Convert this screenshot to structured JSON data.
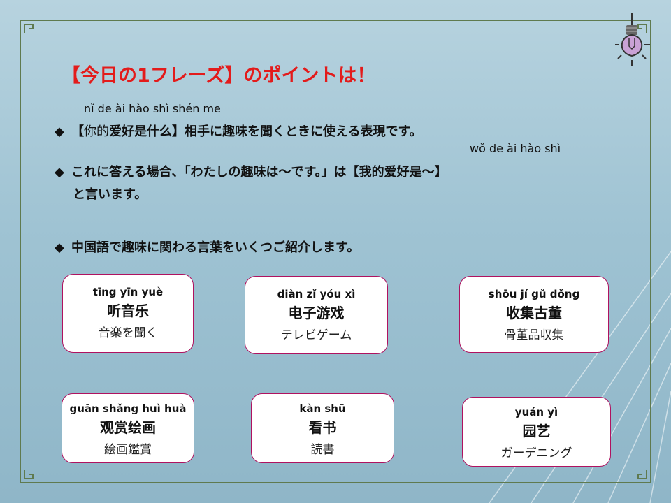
{
  "title": "【今日の1フレーズ】のポイントは！",
  "pinyin": {
    "line1": "nǐ de ài hào shì shén me",
    "line2": "wǒ de ài hào shì"
  },
  "bullets": {
    "b1_open": "【",
    "b1_ni": "你的",
    "b1_phrase": "爱好是什么",
    "b1_rest": "】相手に趣味を聞くときに使える表現です。",
    "b2_line1": "これに答える場合、「わたしの趣味は～です。」は【我的爱好是～】",
    "b2_line2": "と言います。",
    "b3": "中国語で趣味に関わる言葉をいくつご紹介します。",
    "marker": "◆"
  },
  "cards": [
    {
      "pinyin": "tīng yīn yuè",
      "chinese": "听音乐",
      "japanese": "音楽を聞く"
    },
    {
      "pinyin": "diàn zǐ yóu xì",
      "chinese": "电子游戏",
      "japanese": "テレビゲーム"
    },
    {
      "pinyin": "shōu jí gǔ dǒng",
      "chinese": "收集古董",
      "japanese": "骨董品収集"
    },
    {
      "pinyin": "guān shǎng huì huà",
      "chinese": "观赏绘画",
      "japanese": "絵画鑑賞"
    },
    {
      "pinyin": "kàn shū",
      "chinese": "看书",
      "japanese": "読書"
    },
    {
      "pinyin": "yuán yì",
      "chinese": "园艺",
      "japanese": "ガーデニング"
    }
  ],
  "colors": {
    "title": "#e31b1b",
    "frame": "#5f7a4f",
    "card_border": "#b0125f",
    "bulb": "#c9a2d6"
  },
  "icons": [
    "lightbulb-icon",
    "diamond-bullet-icon",
    "corner-ornament-icon"
  ]
}
